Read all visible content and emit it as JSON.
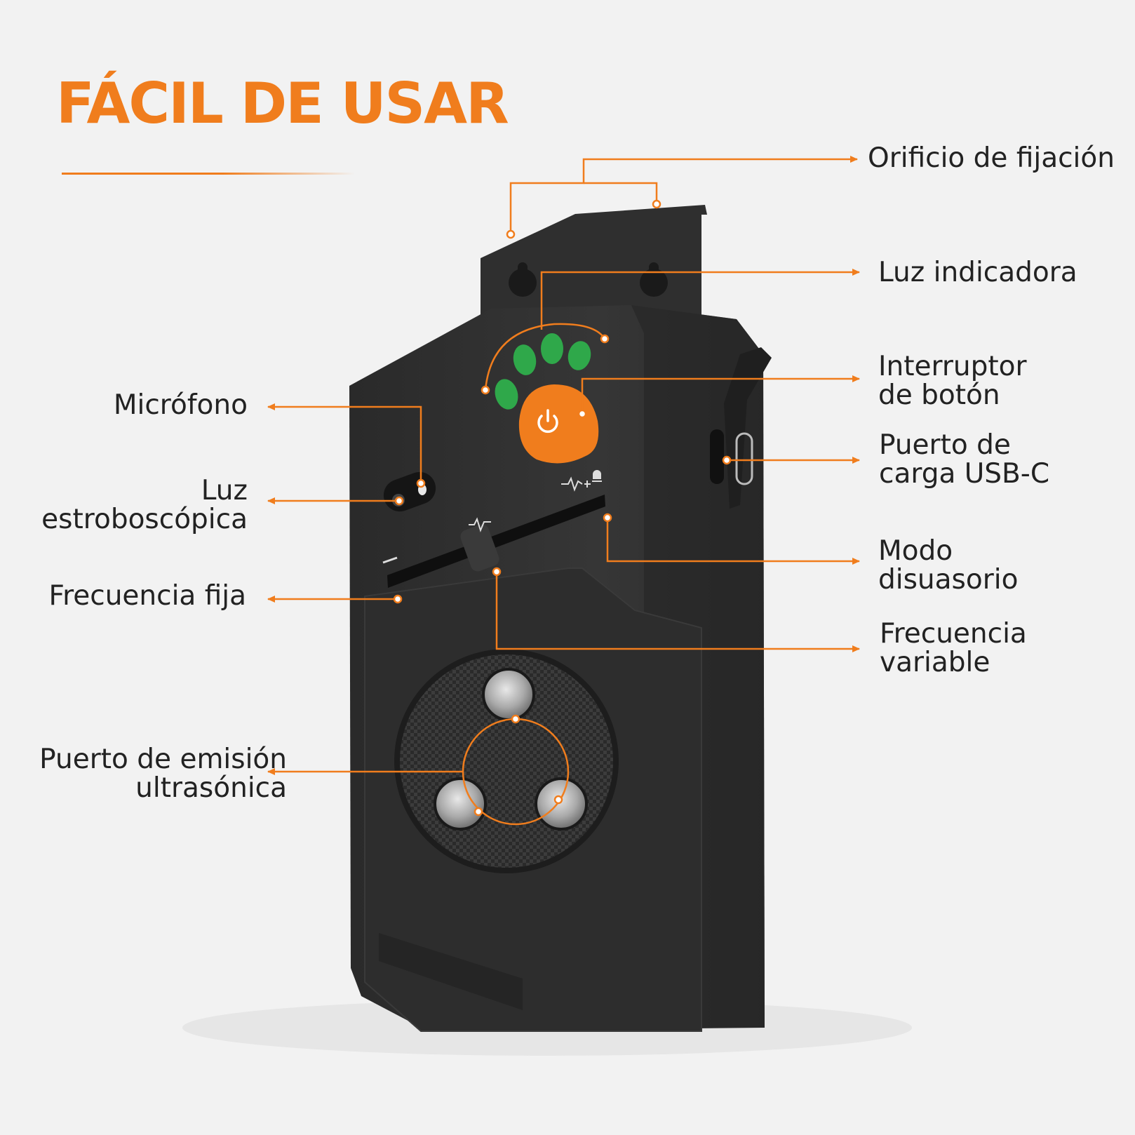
{
  "title": "FÁCIL DE USAR",
  "accent_color": "#f07d1d",
  "device_color": "#2e2e2e",
  "labels": {
    "mounting_hole": "Orificio de fijación",
    "indicator_light": "Luz indicadora",
    "button_switch": [
      "Interruptor",
      "de botón"
    ],
    "usbc_port": [
      "Puerto de",
      "carga USB-C"
    ],
    "deterrent_mode": [
      "Modo",
      "disuasorio"
    ],
    "variable_frequency": [
      "Frecuencia",
      "variable"
    ],
    "microphone": "Micrófono",
    "strobe_light": [
      "Luz",
      "estroboscópica"
    ],
    "fixed_frequency": "Frecuencia fija",
    "ultrasonic_port": [
      "Puerto de emisión",
      "ultrasónica"
    ]
  },
  "icons": {
    "power": "power-icon",
    "wave": "wave-icon",
    "wave_plus_light": "wave-plus-light-icon"
  }
}
